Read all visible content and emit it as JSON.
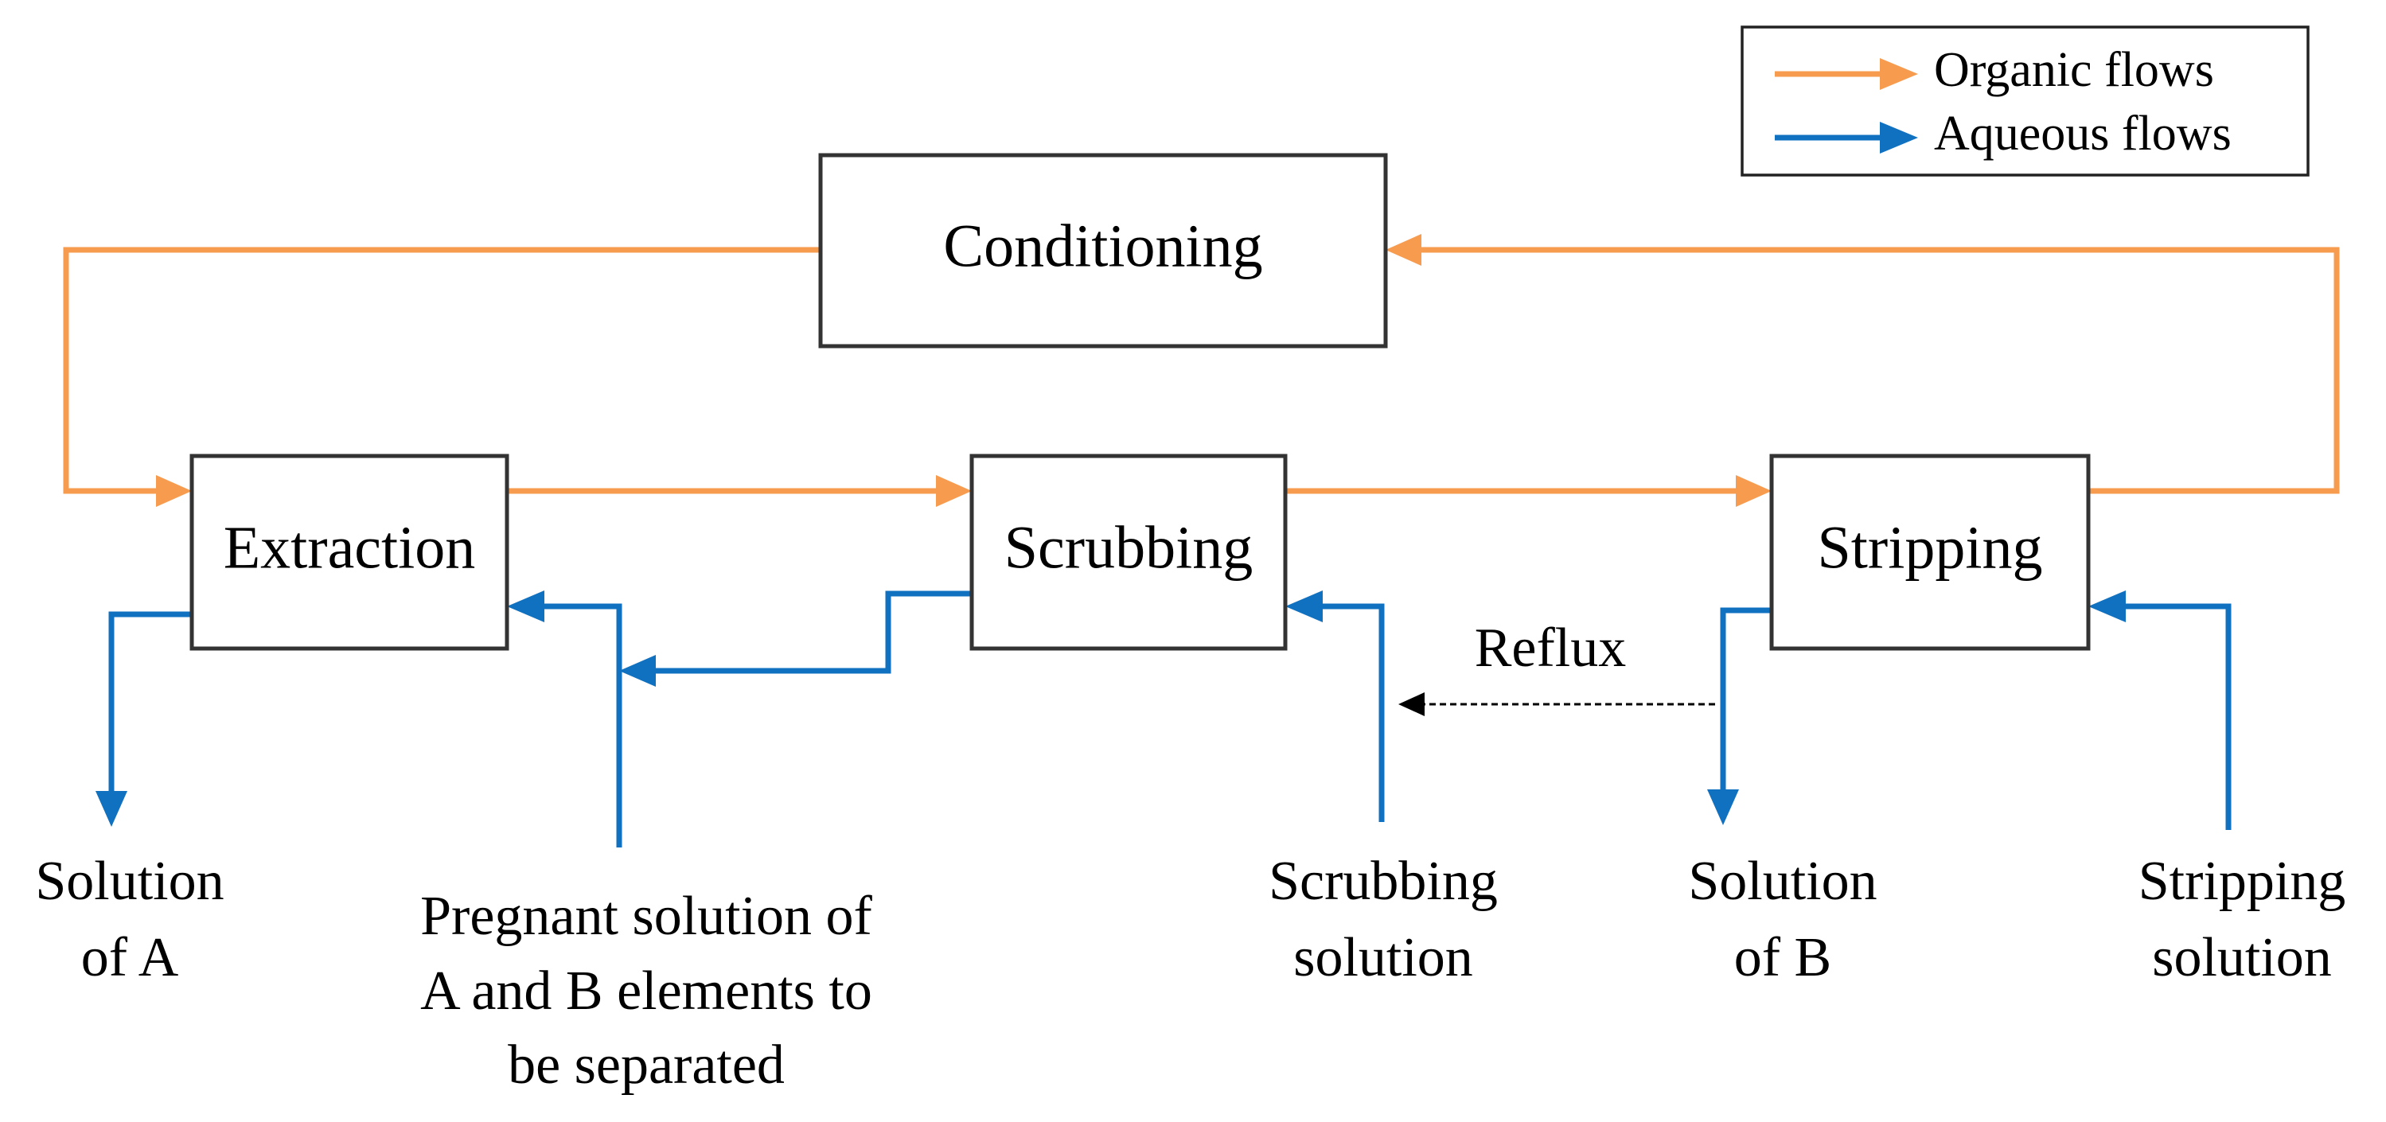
{
  "legend": {
    "organic_label": "Organic flows",
    "aqueous_label": "Aqueous flows",
    "organic_color": "#F79B4F",
    "aqueous_color": "#1171C1"
  },
  "stages": {
    "conditioning": "Conditioning",
    "extraction": "Extraction",
    "scrubbing": "Scrubbing",
    "stripping": "Stripping"
  },
  "streams": {
    "solution_a": [
      "Solution",
      "of A"
    ],
    "pregnant": [
      "Pregnant solution of",
      "A and B elements to",
      "be separated"
    ],
    "scrubbing_solution": [
      "Scrubbing",
      "solution"
    ],
    "solution_b": [
      "Solution",
      "of B"
    ],
    "stripping_solution": [
      "Stripping",
      "solution"
    ]
  },
  "reflux_label": "Reflux"
}
